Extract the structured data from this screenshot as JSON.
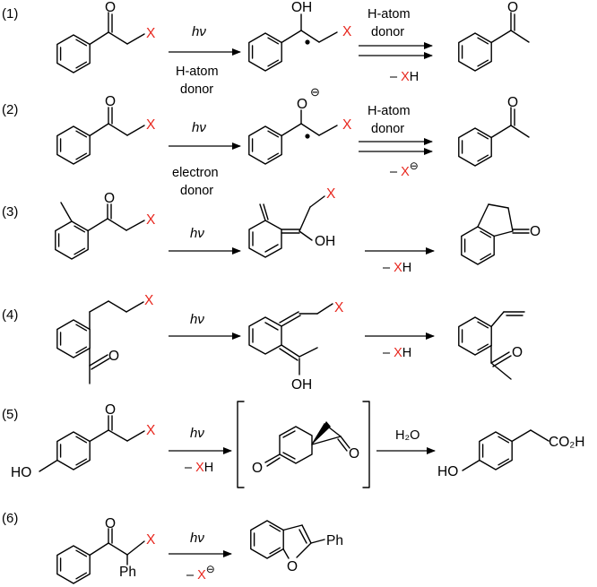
{
  "rows": [
    {
      "number": "(1)",
      "above_1": "hν",
      "below_1": "H-atom",
      "below_1b": "donor",
      "above_2": "H-atom",
      "above_2b": "donor",
      "below_2_pre": "– ",
      "below_2_X": "X",
      "below_2_post": "H"
    },
    {
      "number": "(2)",
      "above_1": "hν",
      "below_1": "electron",
      "below_1b": "donor",
      "above_2": "H-atom",
      "above_2b": "donor",
      "below_2_pre": "– ",
      "below_2_X": "X",
      "charge": "⊖"
    },
    {
      "number": "(3)",
      "above_1": "hν",
      "below_2_pre": "– ",
      "below_2_X": "X",
      "below_2_post": "H"
    },
    {
      "number": "(4)",
      "above_1": "hν",
      "below_2_pre": "– ",
      "below_2_X": "X",
      "below_2_post": "H"
    },
    {
      "number": "(5)",
      "above_1": "hν",
      "below_1_pre": "– ",
      "below_1_X": "X",
      "below_1_post": "H",
      "above_2": "H₂O"
    },
    {
      "number": "(6)",
      "above_1": "hν",
      "below_1_pre": "– ",
      "below_1_X": "X",
      "charge": "⊖"
    }
  ],
  "atoms": {
    "O": "O",
    "X": "X",
    "OH": "OH",
    "HO": "HO",
    "Ph": "Ph",
    "minus_charge": "⊖",
    "co2h": "CO₂H"
  }
}
